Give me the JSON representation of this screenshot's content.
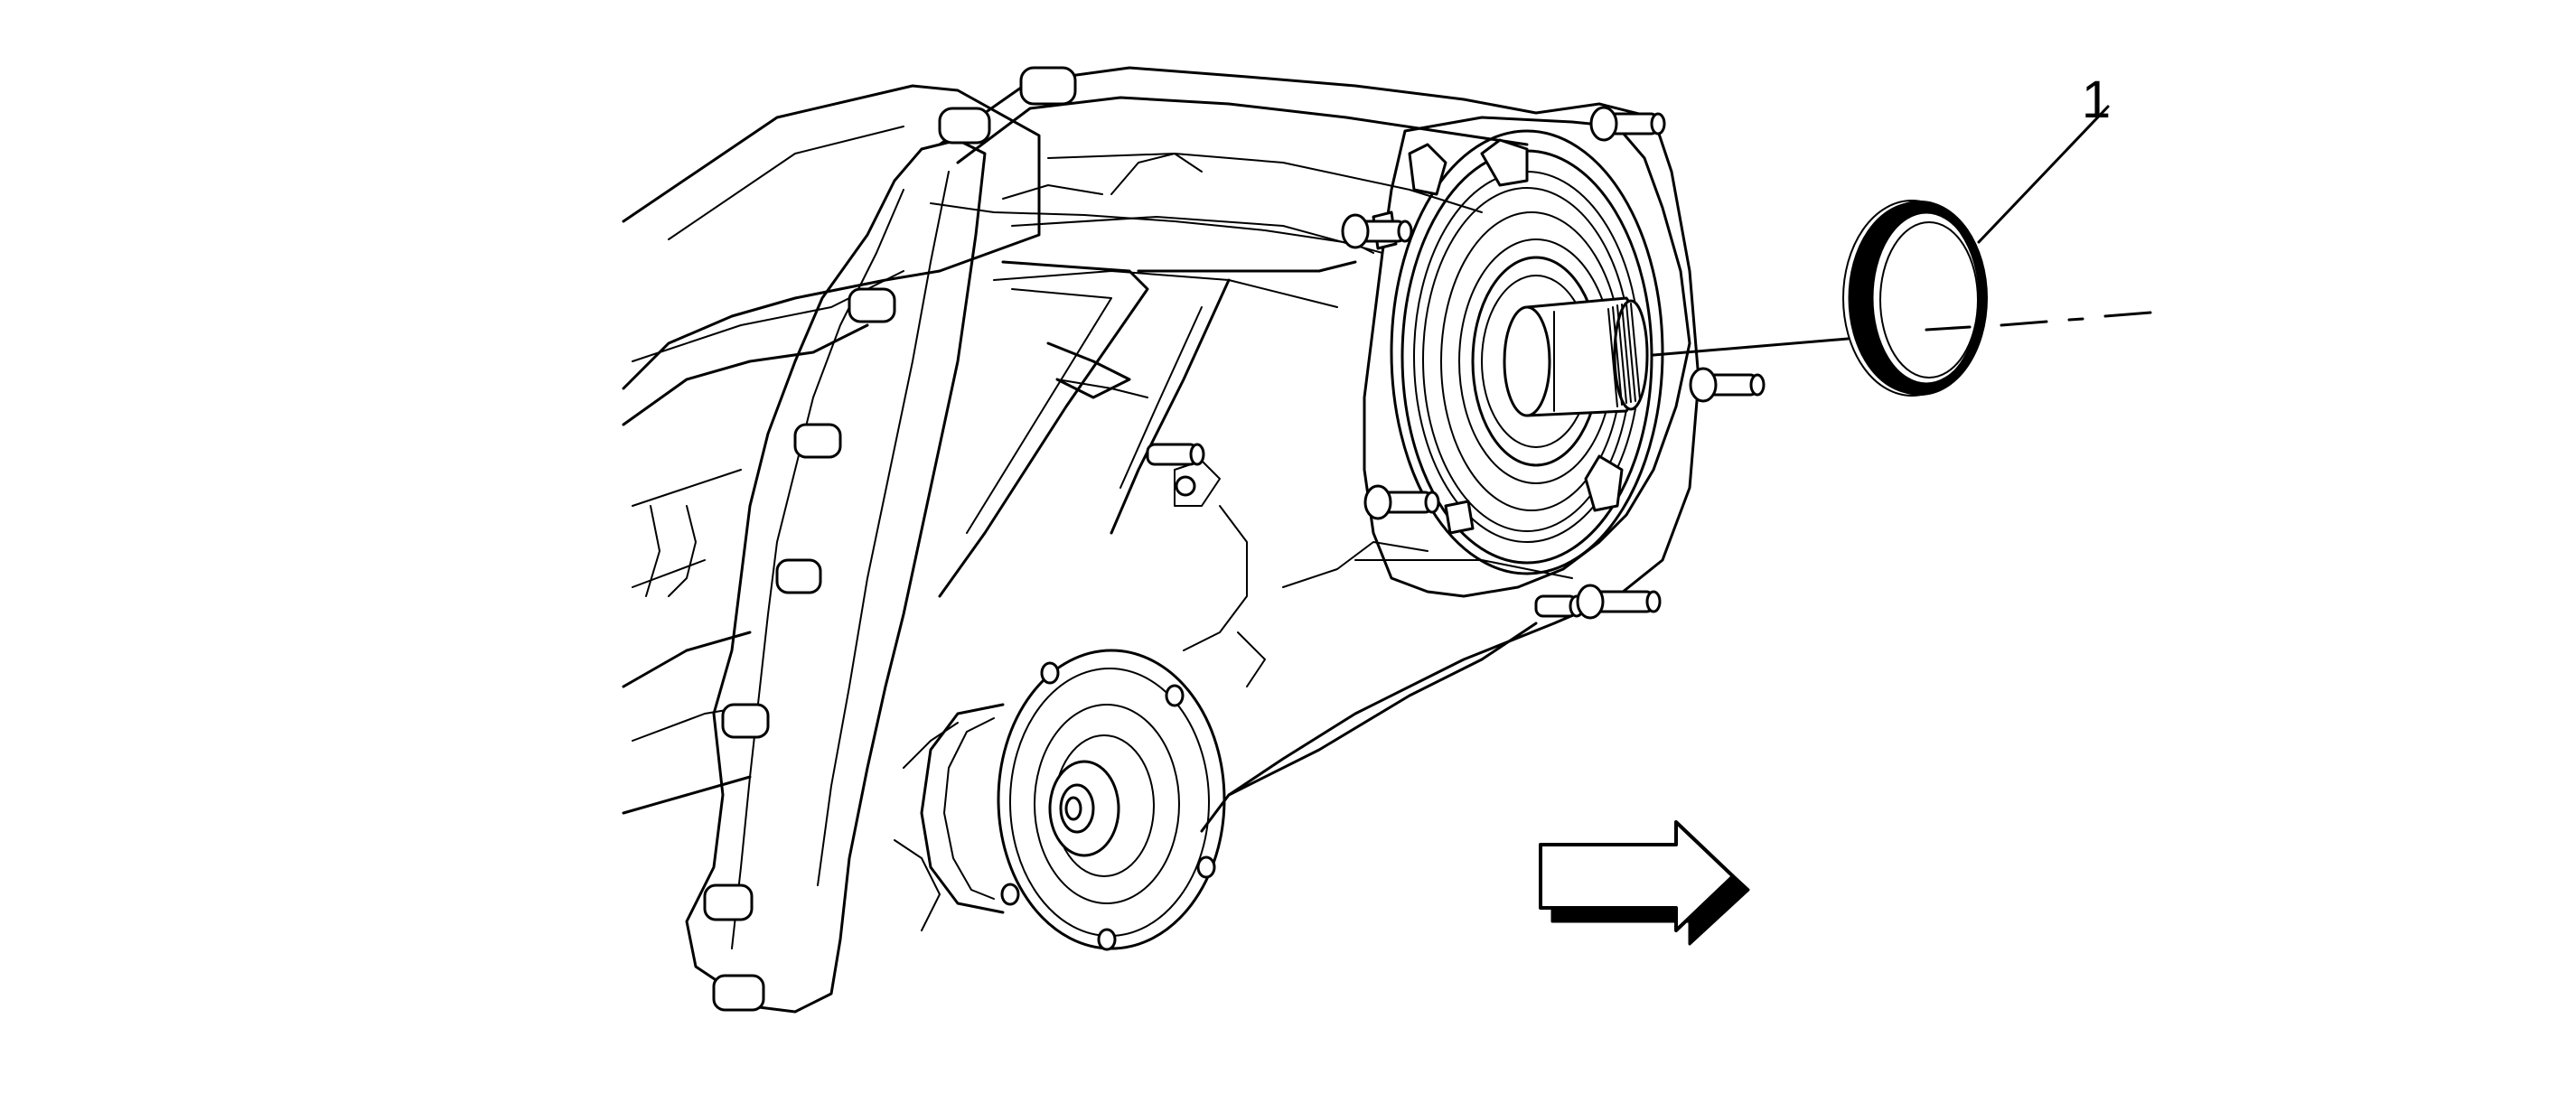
{
  "figure": {
    "callouts": [
      {
        "number": "1",
        "part": "seal"
      }
    ],
    "direction_arrow": "right"
  }
}
